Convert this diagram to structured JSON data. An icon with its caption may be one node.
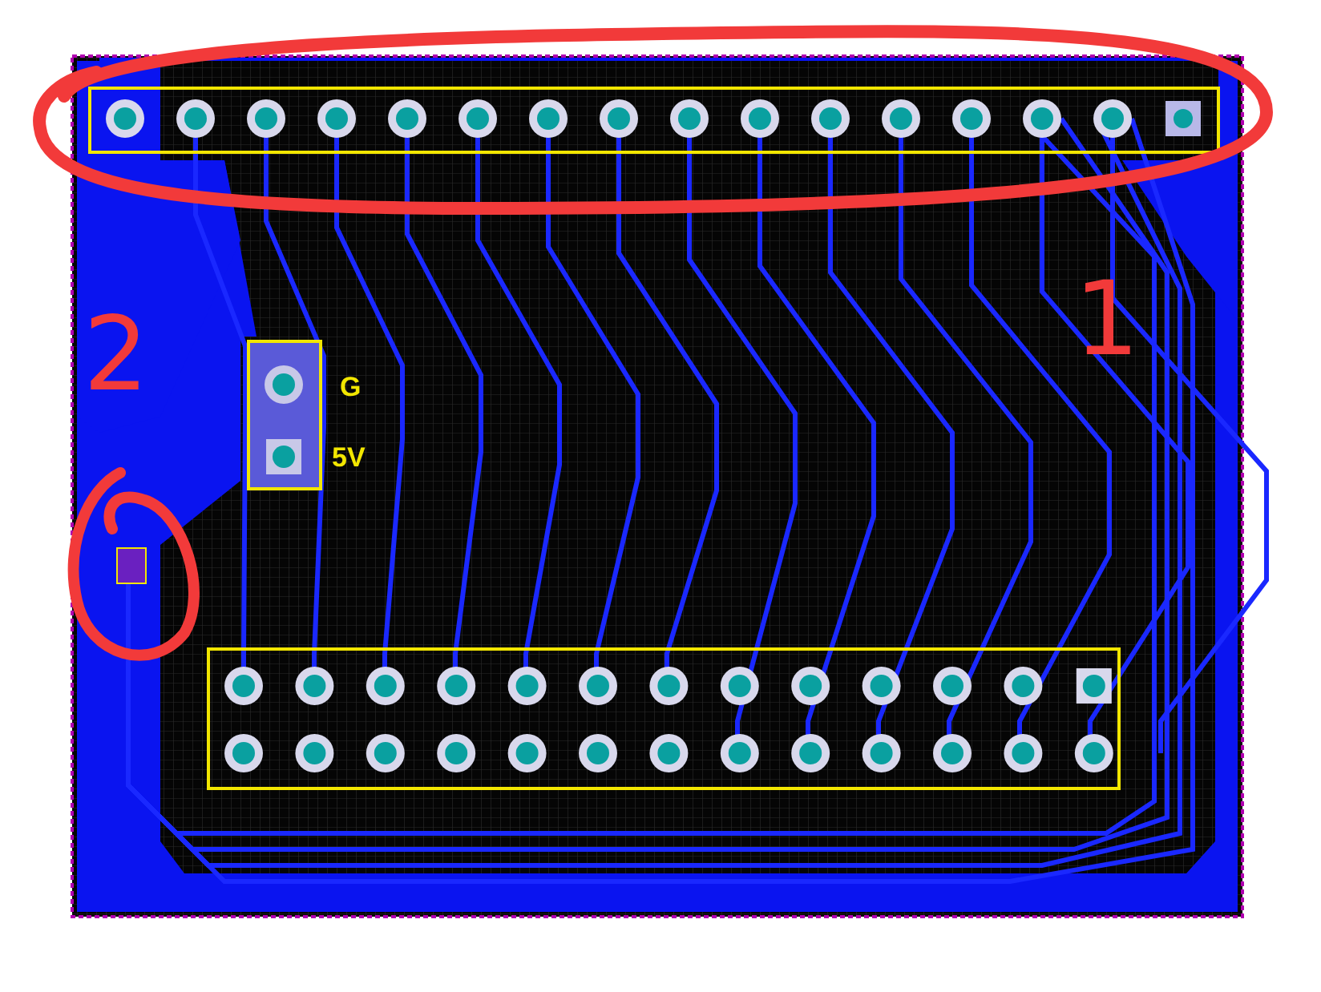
{
  "diagram": {
    "labels": [
      "1",
      "2",
      "G",
      "5V"
    ]
  }
}
